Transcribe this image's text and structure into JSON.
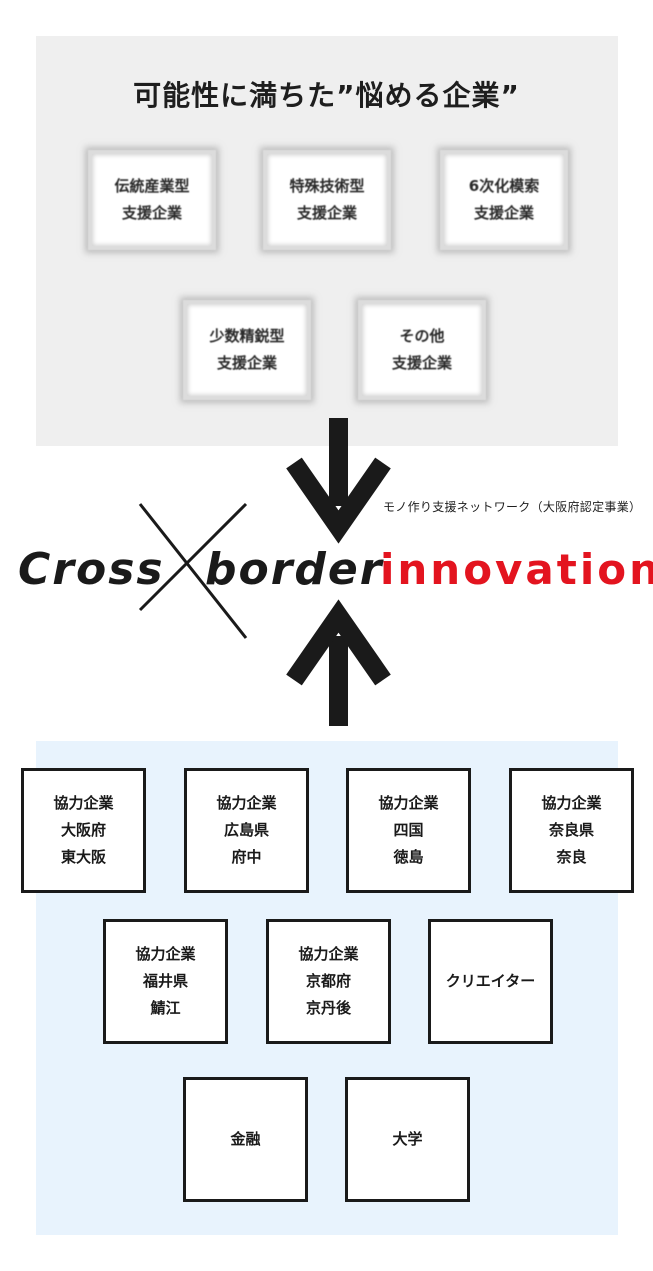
{
  "top_panel": {
    "title": "可能性に満ちた”悩める企業”",
    "boxes": [
      {
        "line1": "伝統産業型",
        "line2": "支援企業"
      },
      {
        "line1": "特殊技術型",
        "line2": "支援企業"
      },
      {
        "line1": "6次化模索",
        "line2": "支援企業"
      },
      {
        "line1": "少数精鋭型",
        "line2": "支援企業"
      },
      {
        "line1": "その他",
        "line2": "支援企業"
      }
    ]
  },
  "center": {
    "network_label": "モノ作り支援ネットワーク（大阪府認定事業）",
    "word_cross": "Cross",
    "word_border": "border",
    "word_innovation": "innovation",
    "colors": {
      "dark": "#1a1a1a",
      "accent_red": "#e3141f"
    }
  },
  "bottom_panel": {
    "boxes": [
      {
        "lines": [
          "協力企業",
          "大阪府",
          "東大阪"
        ]
      },
      {
        "lines": [
          "協力企業",
          "広島県",
          "府中"
        ]
      },
      {
        "lines": [
          "協力企業",
          "四国",
          "徳島"
        ]
      },
      {
        "lines": [
          "協力企業",
          "奈良県",
          "奈良"
        ]
      },
      {
        "lines": [
          "協力企業",
          "福井県",
          "鯖江"
        ]
      },
      {
        "lines": [
          "協力企業",
          "京都府",
          "京丹後"
        ]
      },
      {
        "lines": [
          "クリエイター"
        ]
      },
      {
        "lines": [
          "金融"
        ]
      },
      {
        "lines": [
          "大学"
        ]
      }
    ],
    "colors": {
      "panel_bg": "#e8f3fd",
      "box_border": "#1a1a1a"
    }
  }
}
